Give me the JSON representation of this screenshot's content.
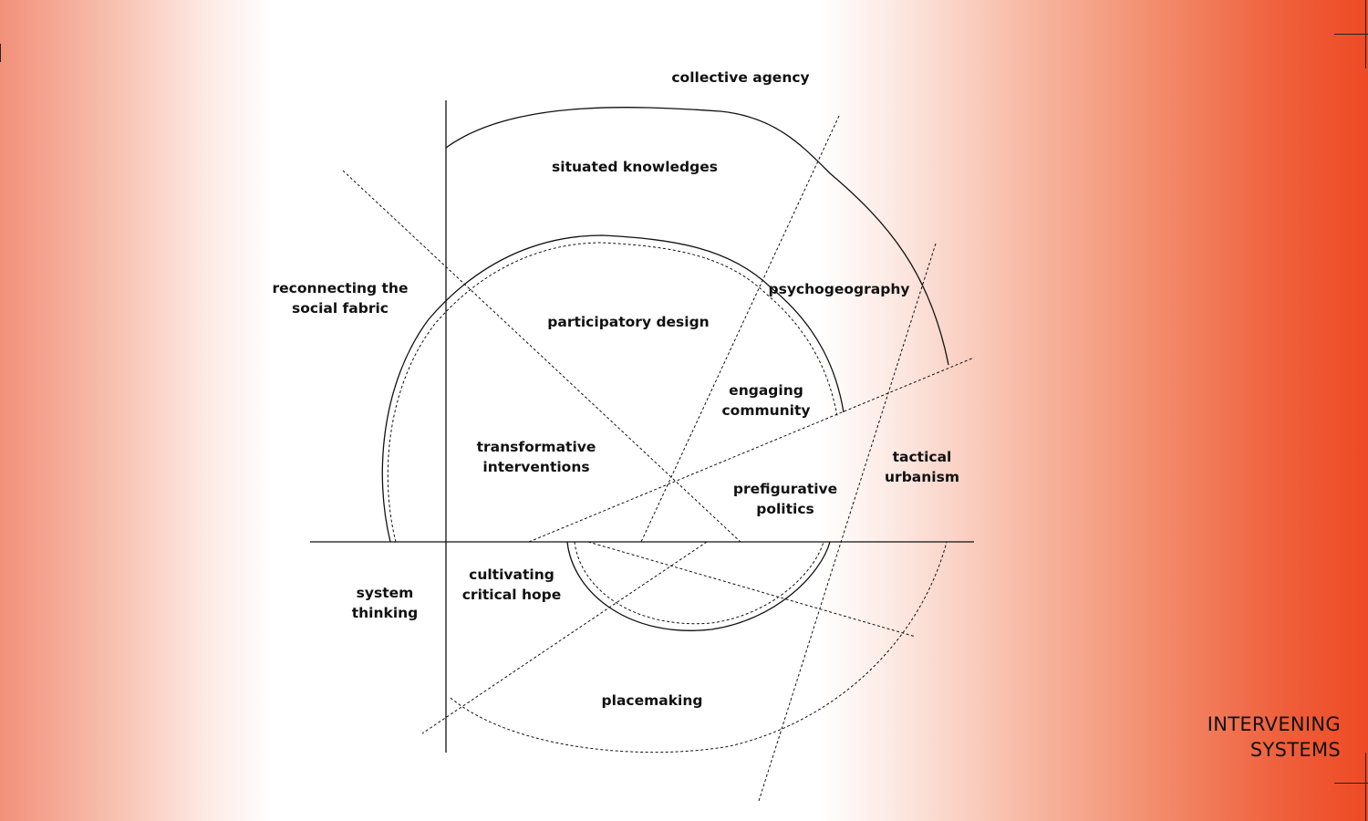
{
  "diagram": {
    "labels": {
      "collective_agency": "collective agency",
      "situated_knowledges": "situated knowledges",
      "reconnecting_1": "reconnecting the",
      "reconnecting_2": "social fabric",
      "psychogeography": "psychogeography",
      "participatory_design": "participatory design",
      "engaging_1": "engaging",
      "engaging_2": "community",
      "transformative_1": "transformative",
      "transformative_2": "interventions",
      "prefigurative_1": "prefigurative",
      "prefigurative_2": "politics",
      "tactical_1": "tactical",
      "tactical_2": "urbanism",
      "system_1": "system",
      "system_2": "thinking",
      "cultivating_1": "cultivating",
      "cultivating_2": "critical hope",
      "placemaking": "placemaking"
    }
  },
  "corner_title": {
    "line1": "INTERVENING",
    "line2": "SYSTEMS"
  },
  "colors": {
    "accent": "#ee4a24",
    "line": "#111111"
  }
}
